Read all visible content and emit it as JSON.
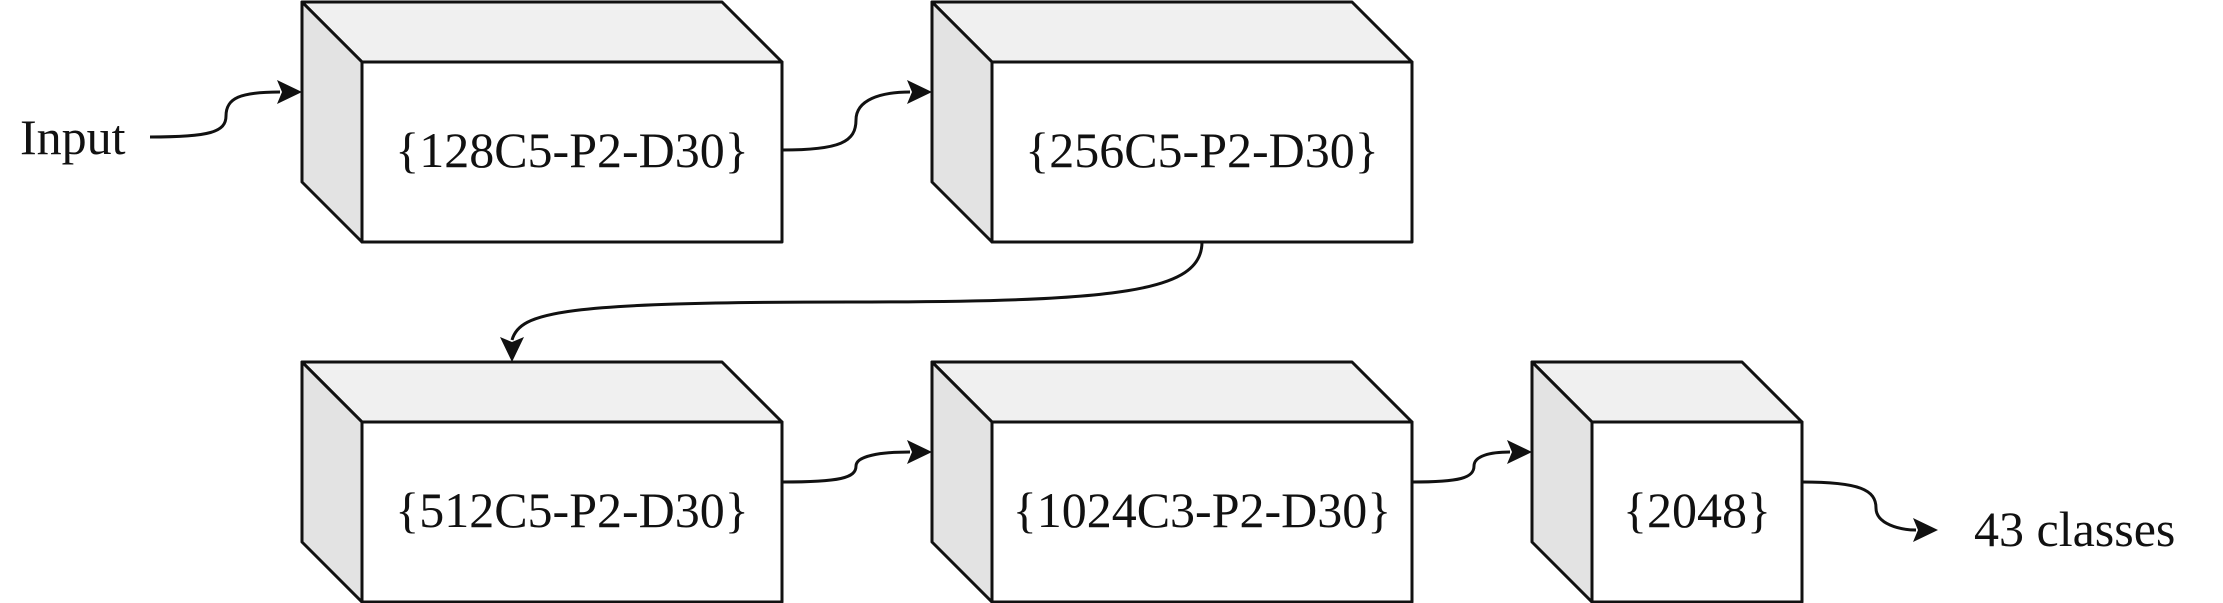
{
  "diagram": {
    "input_label": "Input",
    "output_label": "43 classes",
    "blocks": [
      {
        "id": "conv1",
        "label": "{128C5-P2-D30}"
      },
      {
        "id": "conv2",
        "label": "{256C5-P2-D30}"
      },
      {
        "id": "conv3",
        "label": "{512C5-P2-D30}"
      },
      {
        "id": "conv4",
        "label": "{1024C3-P2-D30}"
      },
      {
        "id": "dense",
        "label": "{2048}"
      }
    ],
    "colors": {
      "front": "#ffffff",
      "top": "#f0f0f0",
      "side": "#e3e3e3",
      "stroke": "#111111"
    }
  }
}
